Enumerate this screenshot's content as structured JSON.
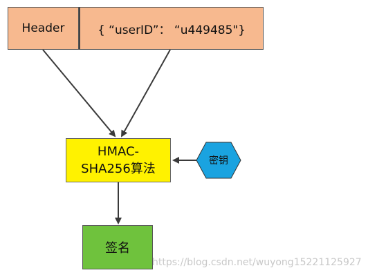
{
  "diagram": {
    "nodes": {
      "header": {
        "label": "Header"
      },
      "payload": {
        "label": "{ “userID”： “u449485\"}"
      },
      "algorithm": {
        "label_line1": "HMAC-",
        "label_line2": "SHA256算法"
      },
      "secret_key": {
        "label": "密钥"
      },
      "signature": {
        "label": "签名"
      }
    },
    "edges": [
      {
        "from": "header",
        "to": "algorithm"
      },
      {
        "from": "payload",
        "to": "algorithm"
      },
      {
        "from": "secret_key",
        "to": "algorithm"
      },
      {
        "from": "algorithm",
        "to": "signature"
      }
    ],
    "colors": {
      "header_fill": "#f7b98f",
      "payload_fill": "#f7b98f",
      "algorithm_fill": "#fff200",
      "key_fill": "#1aa3e0",
      "signature_fill": "#6fc23d",
      "arrow": "#3a3a3a"
    }
  },
  "watermark": {
    "text": "https://blog.csdn.net/wuyong15221125927"
  }
}
